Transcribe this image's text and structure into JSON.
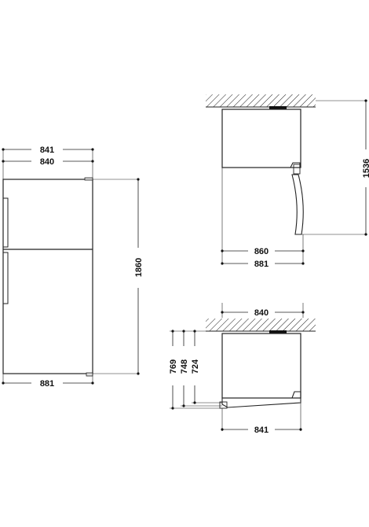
{
  "front_view": {
    "width_top": "841",
    "width_inner": "840",
    "height": "1860",
    "depth_bottom": "881"
  },
  "side_view_open": {
    "height": "1536",
    "depth_closed": "860",
    "depth_total": "881"
  },
  "top_view": {
    "width": "840",
    "depth_769": "769",
    "depth_748": "748",
    "depth_724": "724",
    "width_bottom": "841"
  }
}
